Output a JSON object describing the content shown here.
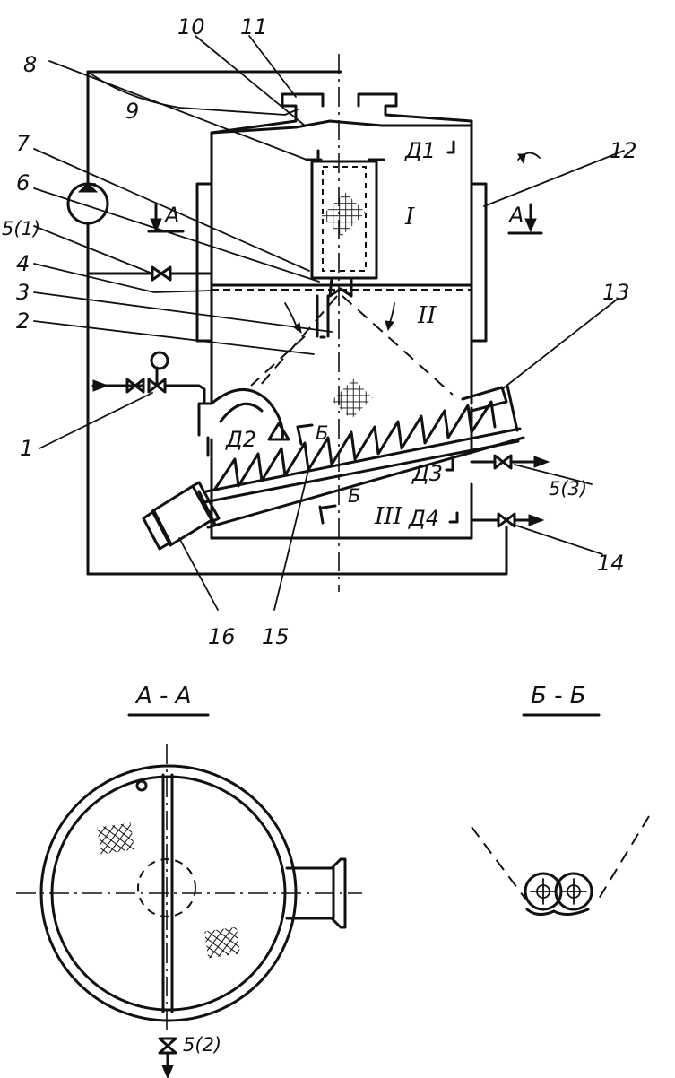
{
  "labels": {
    "n1": "1",
    "n2": "2",
    "n3": "3",
    "n4": "4",
    "n5_1": "5(1)",
    "n6": "6",
    "n7": "7",
    "n8": "8",
    "n9": "9",
    "n10": "10",
    "n11": "11",
    "n12": "12",
    "n13": "13",
    "n14": "14",
    "n15": "15",
    "n16": "16",
    "n5_3": "5(3)",
    "n5_2": "5(2)"
  },
  "sensors": {
    "d1": "Д1",
    "d2": "Д2",
    "d3": "Д3",
    "d4": "Д4"
  },
  "zones": {
    "z1": "I",
    "z2": "II",
    "z3": "III"
  },
  "section_marks": {
    "a_left": "А",
    "a_right": "А",
    "b_upper": "Б",
    "b_lower": "Б"
  },
  "section_titles": {
    "aa": "А - А",
    "bb": "Б - Б"
  }
}
